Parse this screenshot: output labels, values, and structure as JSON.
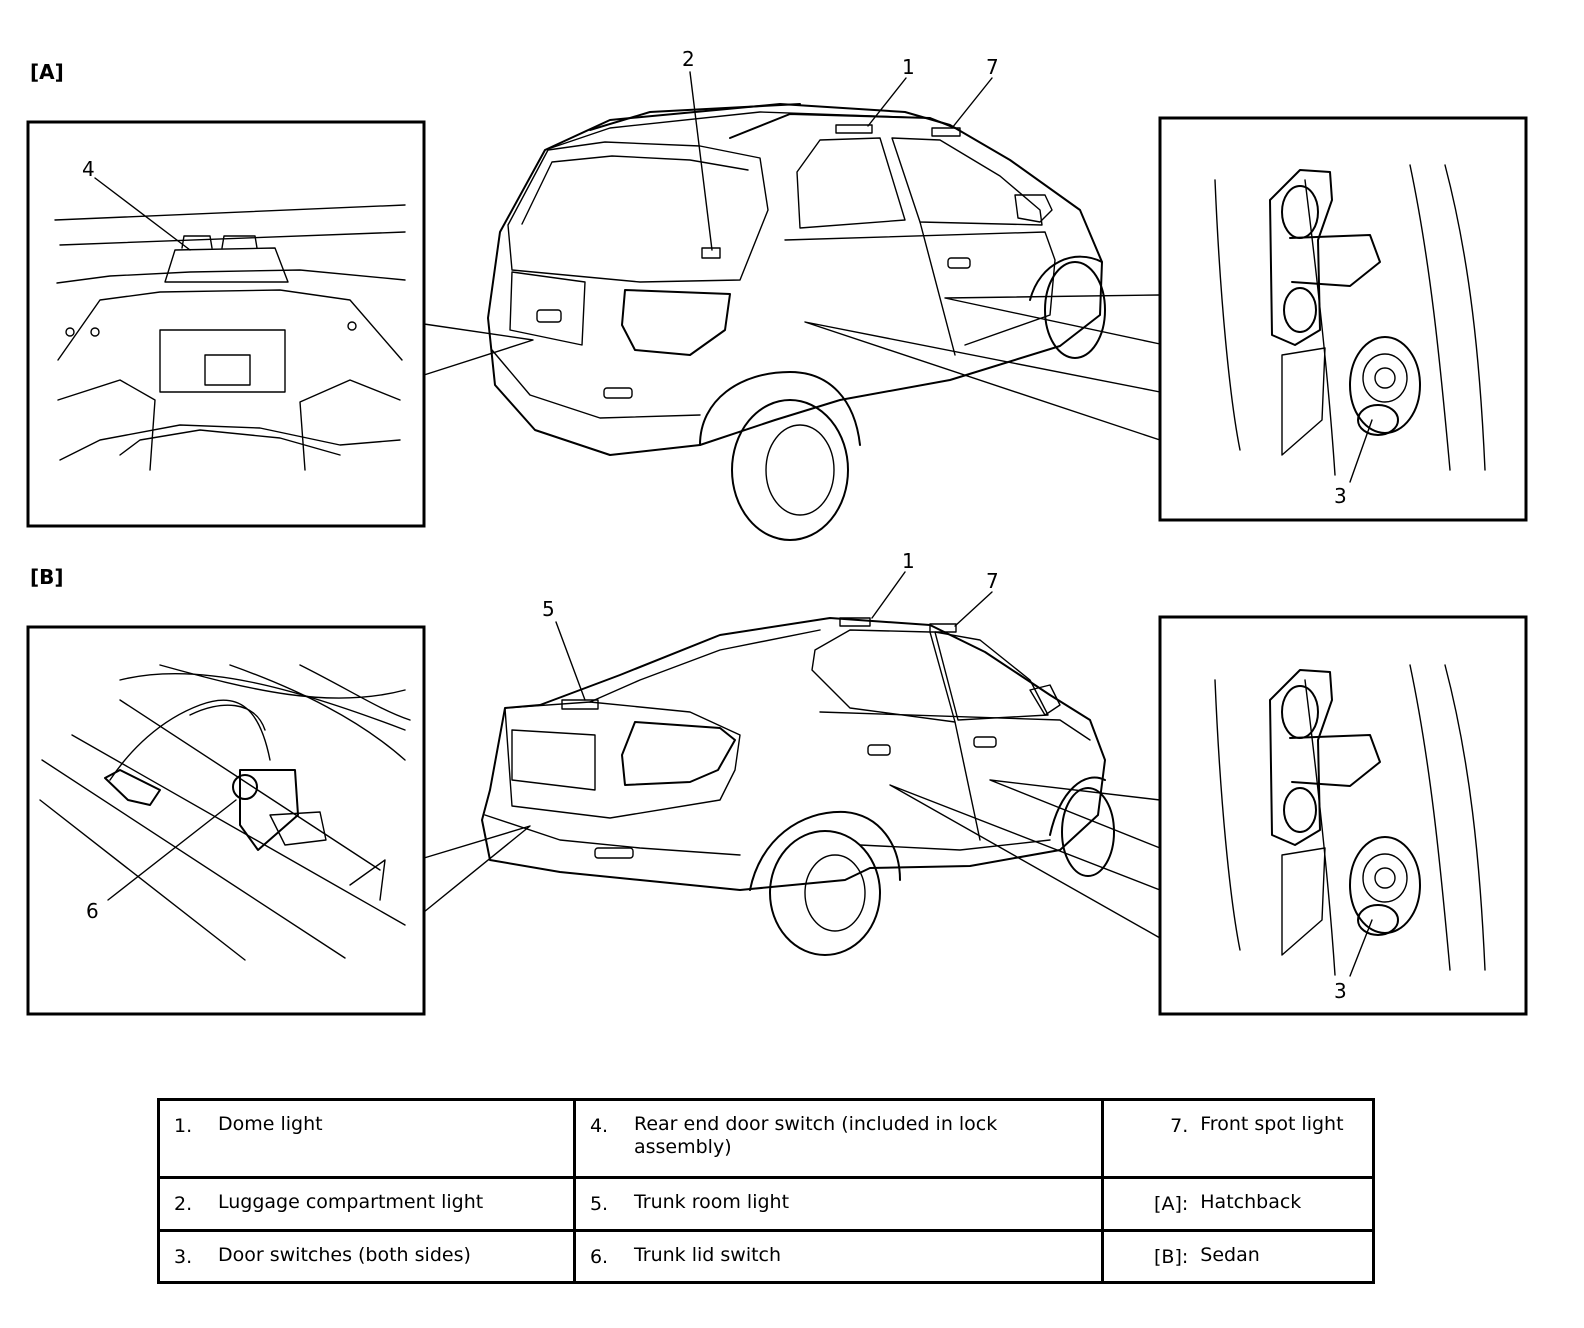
{
  "sections": {
    "a": {
      "label": "[A]"
    },
    "b": {
      "label": "[B]"
    }
  },
  "callouts": {
    "a_top": [
      "2",
      "1",
      "7"
    ],
    "a_inset_left": "4",
    "a_inset_right": "3",
    "b_top": [
      "5",
      "1",
      "7"
    ],
    "b_inset_left": "6",
    "b_inset_right": "3"
  },
  "legend": [
    [
      {
        "num": "1.",
        "text": "Dome light"
      },
      {
        "num": "4.",
        "text": "Rear end door switch (included in lock assembly)"
      },
      {
        "num": "7.",
        "text": "Front spot light"
      }
    ],
    [
      {
        "num": "2.",
        "text": "Luggage compartment light"
      },
      {
        "num": "5.",
        "text": "Trunk room light"
      },
      {
        "num": "[A]:",
        "text": "Hatchback"
      }
    ],
    [
      {
        "num": "3.",
        "text": "Door switches (both sides)"
      },
      {
        "num": "6.",
        "text": "Trunk lid switch"
      },
      {
        "num": "[B]:",
        "text": "Sedan"
      }
    ]
  ]
}
